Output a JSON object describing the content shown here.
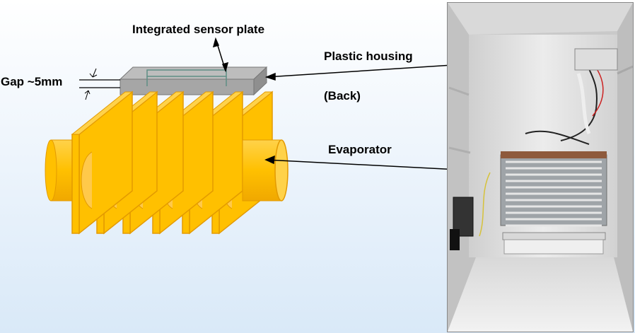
{
  "labels": {
    "sensor_plate": "Integrated sensor plate",
    "gap": "Gap ~5mm",
    "housing": "Plastic housing",
    "back": "(Back)",
    "evaporator": "Evaporator"
  },
  "colors": {
    "fin_fill": "#FFC000",
    "fin_edge": "#E39A00",
    "plate_fill": "#A9A9A9",
    "plate_top": "#BDBDBD",
    "pipe_fill": "#FFC000",
    "photo_wall": "#E4E4E4"
  }
}
